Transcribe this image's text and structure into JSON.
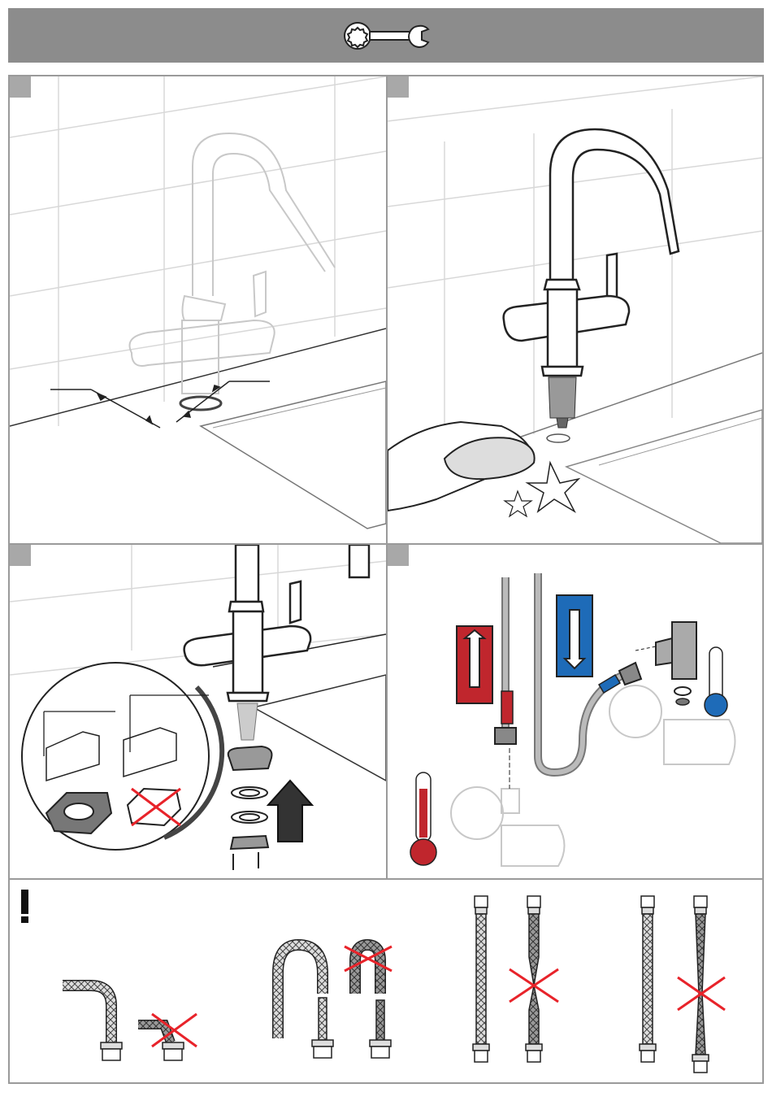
{
  "header": {
    "tool_icon": "wrench-icon"
  },
  "panels": [
    {
      "id": "panel-1",
      "icon": "faucet-hole-measure-illustration"
    },
    {
      "id": "panel-2",
      "icon": "faucet-clean-surface-illustration"
    },
    {
      "id": "panel-3",
      "icon": "faucet-mounting-parts-illustration"
    },
    {
      "id": "panel-4",
      "icon": "hot-cold-hose-connection-illustration"
    },
    {
      "id": "panel-5",
      "icon": "hose-do-not-kink-twist-warning"
    }
  ],
  "colors": {
    "header_bg": "#8c8c8c",
    "border": "#9a9a9a",
    "hot": "#c0262d",
    "cold": "#1e6bb8",
    "cross": "#e8232a",
    "faded": "#cfcfcf"
  },
  "icons": {
    "warning": "exclamation-icon",
    "hot_thermometer": "thermometer-hot-icon",
    "cold_thermometer": "thermometer-cold-icon",
    "cross": "red-cross-icon",
    "arrow_up": "arrow-up-icon",
    "sparkle": "sparkle-icon"
  }
}
